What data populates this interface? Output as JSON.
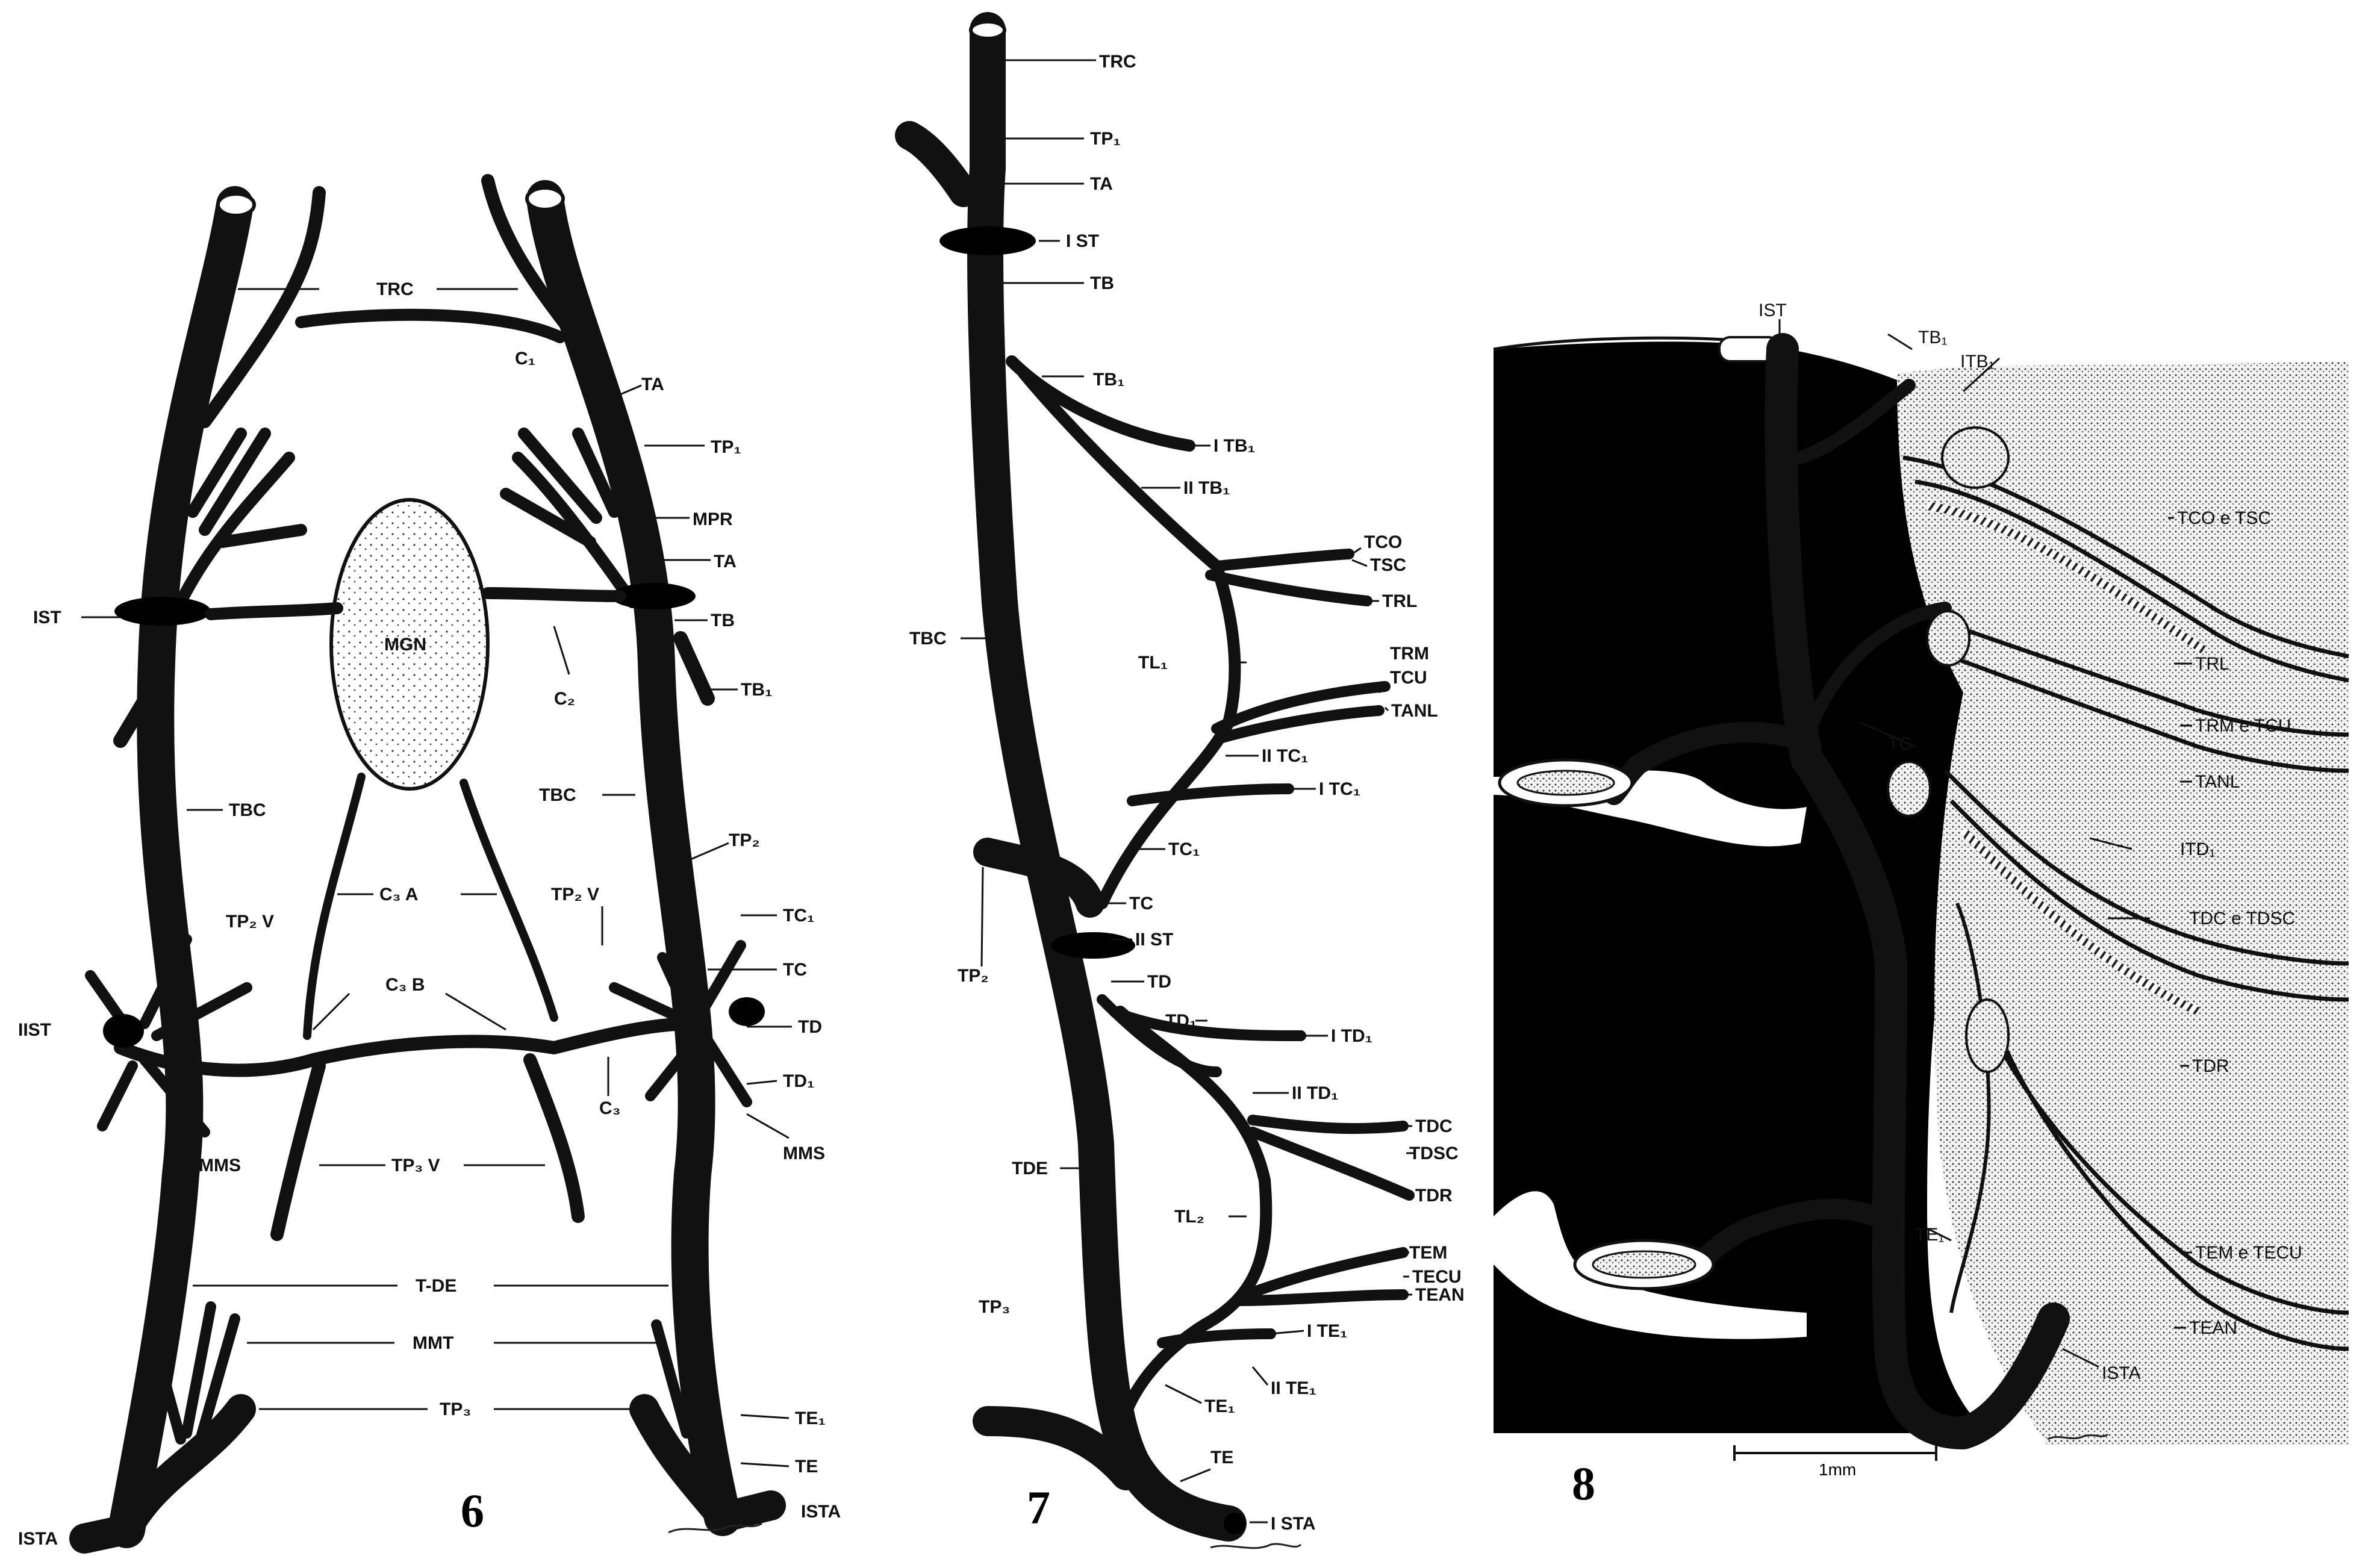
{
  "figures": {
    "fig6": {
      "number": "6",
      "labels": {
        "trc": "TRC",
        "c1": "C₁",
        "ta_r": "TA",
        "tp1": "TP₁",
        "mpr": "MPR",
        "ta_r2": "TA",
        "ist": "IST",
        "mgn": "MGN",
        "tb": "TB",
        "c2": "C₂",
        "tb1": "TB₁",
        "tbc_l": "TBC",
        "tbc_r": "TBC",
        "tp2": "TP₂",
        "c3a": "C₃ A",
        "tp2v_r": "TP₂ V",
        "tp2v_l": "TP₂ V",
        "tc1": "TC₁",
        "tc": "TC",
        "iist": "IIST",
        "c3b": "C₃ B",
        "td": "TD",
        "c3": "C₃",
        "td1": "TD₁",
        "mms_l": "MMS",
        "tp3v": "TP₃ V",
        "mms_r": "MMS",
        "tde": "T-DE",
        "mmt": "MMT",
        "tp3": "TP₃",
        "te1": "TE₁",
        "te": "TE",
        "ista_l": "ISTA",
        "ista_r": "ISTA"
      }
    },
    "fig7": {
      "number": "7",
      "labels": {
        "trc": "TRC",
        "tp1": "TP₁",
        "ta": "TA",
        "ist": "I ST",
        "tb": "TB",
        "tb1": "TB₁",
        "itb1": "I TB₁",
        "iitb1": "II TB₁",
        "tco": "TCO",
        "tsc": "TSC",
        "trl": "TRL",
        "tbc": "TBC",
        "tl1": "TL₁",
        "trm": "TRM",
        "tcu": "TCU",
        "tanl": "TANL",
        "iitc1": "II TC₁",
        "itc1": "I TC₁",
        "tc1": "TC₁",
        "tc": "TC",
        "iist": "II ST",
        "tp2": "TP₂",
        "td": "TD",
        "td1": "TD₁",
        "itd1": "I TD₁",
        "iitd1": "II TD₁",
        "tdc": "TDC",
        "tdsc": "TDSC",
        "tdr": "TDR",
        "tde": "TDE",
        "tl2": "TL₂",
        "tem": "TEM",
        "tecu": "TECU",
        "tean": "TEAN",
        "tp3": "TP₃",
        "ite1": "I TE₁",
        "iite1": "II TE₁",
        "te1": "TE₁",
        "te": "TE",
        "ista": "I STA"
      }
    },
    "fig8": {
      "number": "8",
      "scale": "1mm",
      "labels": {
        "ist": "IST",
        "tb1": "TB₁",
        "itb1": "ITB₁",
        "tco_tsc": "TCO e TSC",
        "trl": "TRL",
        "trm_tcu": "TRM e TCU",
        "tanl": "TANL",
        "tc": "TC",
        "itd1": "ITD₁",
        "tdc_tdsc": "TDC e TDSC",
        "tdr": "TDR",
        "te1": "TE₁",
        "tem_tecu": "TEM e TECU",
        "tean": "TEAN",
        "ista": "ISTA"
      }
    }
  }
}
